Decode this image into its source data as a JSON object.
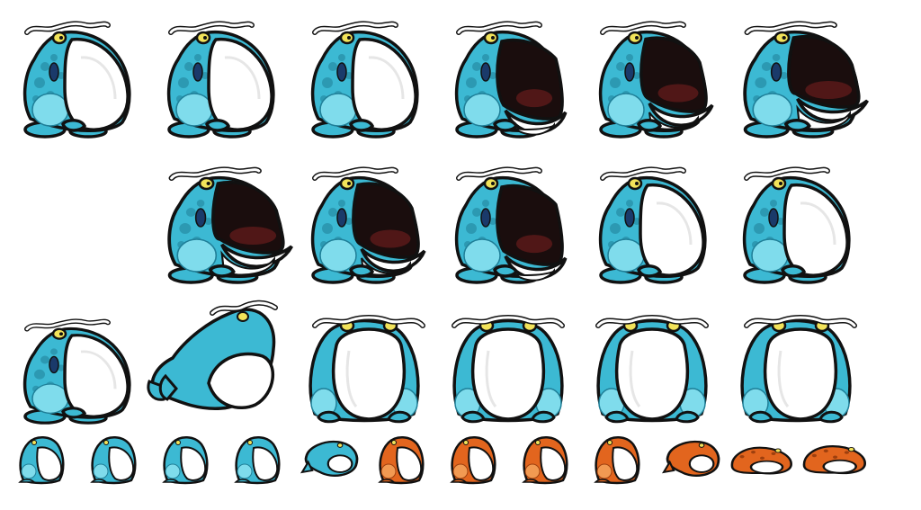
{
  "sprite_sheet": {
    "background": "#ffffff",
    "palette": {
      "blue_body": "#3cb9d3",
      "blue_dark": "#1f7f98",
      "blue_light": "#7fdcec",
      "orange_body": "#e2651e",
      "orange_dark": "#9e3f0e",
      "orange_light": "#f29a52",
      "belly": "#ffffff",
      "mouth": "#1a0d0d",
      "mouth_inner": "#5a1a1a",
      "eye": "#f2e35a",
      "whisker": "#ffffff",
      "outline": "#111111"
    },
    "frames": [
      {
        "row": 1,
        "index": 1,
        "color": "blue",
        "pose": "idle-closed",
        "mouth_open": 0.0
      },
      {
        "row": 1,
        "index": 2,
        "color": "blue",
        "pose": "idle-closed",
        "mouth_open": 0.0
      },
      {
        "row": 1,
        "index": 3,
        "color": "blue",
        "pose": "idle-closed",
        "mouth_open": 0.0
      },
      {
        "row": 1,
        "index": 4,
        "color": "blue",
        "pose": "mouth-opening",
        "mouth_open": 0.35
      },
      {
        "row": 1,
        "index": 5,
        "color": "blue",
        "pose": "mouth-open",
        "mouth_open": 0.75
      },
      {
        "row": 1,
        "index": 6,
        "color": "blue",
        "pose": "mouth-wide",
        "mouth_open": 1.0
      },
      {
        "row": 2,
        "index": 1,
        "color": "blue",
        "pose": "mouth-wide",
        "mouth_open": 1.0
      },
      {
        "row": 2,
        "index": 2,
        "color": "blue",
        "pose": "mouth-open",
        "mouth_open": 0.75
      },
      {
        "row": 2,
        "index": 3,
        "color": "blue",
        "pose": "mouth-opening",
        "mouth_open": 0.35
      },
      {
        "row": 2,
        "index": 4,
        "color": "blue",
        "pose": "idle-closed",
        "mouth_open": 0.0
      },
      {
        "row": 2,
        "index": 5,
        "color": "blue",
        "pose": "idle-closed",
        "mouth_open": 0.0
      },
      {
        "row": 3,
        "index": 1,
        "color": "blue",
        "pose": "idle-closed",
        "mouth_open": 0.0
      },
      {
        "row": 3,
        "index": 2,
        "color": "blue",
        "pose": "leaping",
        "mouth_open": 0.0
      },
      {
        "row": 3,
        "index": 3,
        "color": "blue",
        "pose": "turning",
        "mouth_open": 0.0
      },
      {
        "row": 3,
        "index": 4,
        "color": "blue",
        "pose": "front-facing",
        "mouth_open": 0.0
      },
      {
        "row": 3,
        "index": 5,
        "color": "blue",
        "pose": "front-facing",
        "mouth_open": 0.0
      },
      {
        "row": 3,
        "index": 6,
        "color": "blue",
        "pose": "turning-back",
        "mouth_open": 0.0
      },
      {
        "row": 4,
        "index": 1,
        "color": "blue",
        "pose": "small-idle",
        "mouth_open": 0.0
      },
      {
        "row": 4,
        "index": 2,
        "color": "blue",
        "pose": "small-idle",
        "mouth_open": 0.0
      },
      {
        "row": 4,
        "index": 3,
        "color": "blue",
        "pose": "small-idle",
        "mouth_open": 0.0
      },
      {
        "row": 4,
        "index": 4,
        "color": "blue",
        "pose": "small-idle",
        "mouth_open": 0.0
      },
      {
        "row": 4,
        "index": 5,
        "color": "blue",
        "pose": "small-hop",
        "mouth_open": 0.0
      },
      {
        "row": 4,
        "index": 6,
        "color": "orange",
        "pose": "small-idle",
        "mouth_open": 0.0
      },
      {
        "row": 4,
        "index": 7,
        "color": "orange",
        "pose": "small-idle",
        "mouth_open": 0.0
      },
      {
        "row": 4,
        "index": 8,
        "color": "orange",
        "pose": "small-idle",
        "mouth_open": 0.0
      },
      {
        "row": 4,
        "index": 9,
        "color": "orange",
        "pose": "small-idle",
        "mouth_open": 0.0
      },
      {
        "row": 4,
        "index": 10,
        "color": "orange",
        "pose": "small-hop",
        "mouth_open": 0.0
      },
      {
        "row": 4,
        "index": 11,
        "color": "orange",
        "pose": "small-flat",
        "mouth_open": 0.0
      },
      {
        "row": 4,
        "index": 12,
        "color": "orange",
        "pose": "small-flat",
        "mouth_open": 0.0
      }
    ]
  }
}
